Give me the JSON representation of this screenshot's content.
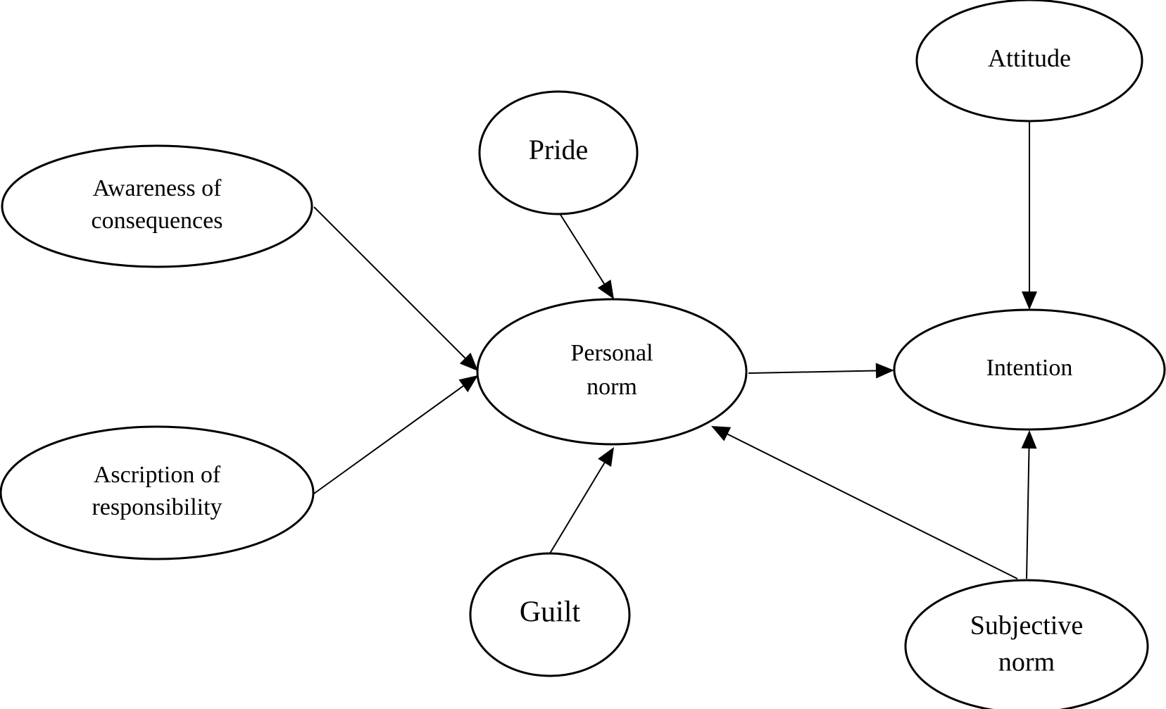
{
  "nodes": [
    {
      "id": "awareness",
      "lines": [
        "Awareness of",
        "consequences"
      ]
    },
    {
      "id": "ascription",
      "lines": [
        "Ascription of",
        "responsibility"
      ]
    },
    {
      "id": "pride",
      "lines": [
        "Pride"
      ]
    },
    {
      "id": "guilt",
      "lines": [
        "Guilt"
      ]
    },
    {
      "id": "personal-norm",
      "lines": [
        "Personal",
        "norm"
      ]
    },
    {
      "id": "attitude",
      "lines": [
        "Attitude"
      ]
    },
    {
      "id": "intention",
      "lines": [
        "Intention"
      ]
    },
    {
      "id": "subjective-norm",
      "lines": [
        "Subjective",
        "norm"
      ]
    }
  ],
  "edges": [
    {
      "from": "awareness",
      "to": "personal-norm"
    },
    {
      "from": "ascription",
      "to": "personal-norm"
    },
    {
      "from": "pride",
      "to": "personal-norm"
    },
    {
      "from": "guilt",
      "to": "personal-norm"
    },
    {
      "from": "personal-norm",
      "to": "intention"
    },
    {
      "from": "attitude",
      "to": "intention"
    },
    {
      "from": "subjective-norm",
      "to": "intention"
    },
    {
      "from": "subjective-norm",
      "to": "personal-norm"
    }
  ]
}
